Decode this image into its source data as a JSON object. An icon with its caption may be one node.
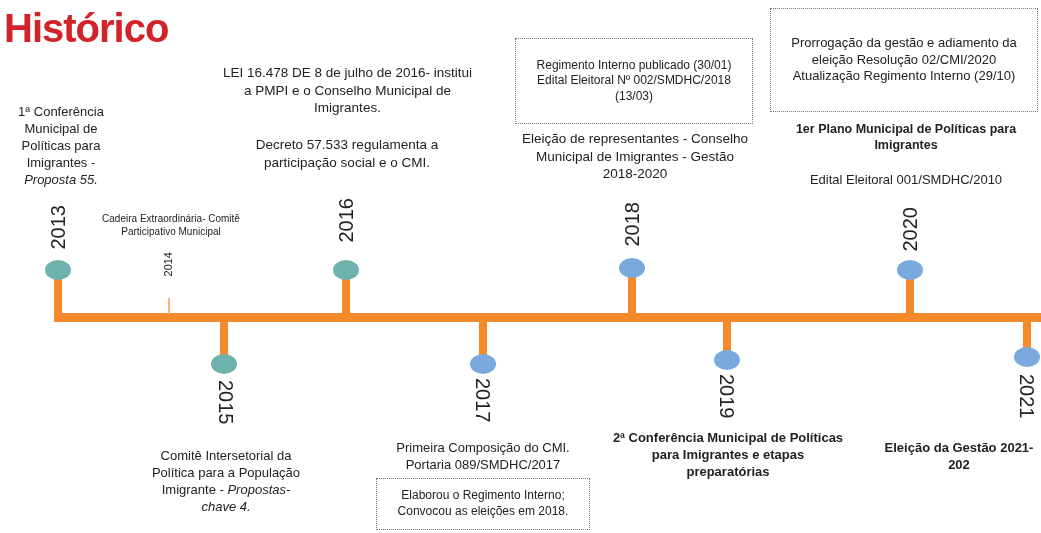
{
  "diagram": {
    "title": "Histórico",
    "nodes": [
      {
        "text": [
          "Regimento Interno publicado (30/01) Edital Eleitoral Nº 002/SMDHC/2018 (13/03)"
        ]
      },
      {
        "text": [
          "Prorrogação da gestão e adiamento da eleição Resolução 02/CMI/2020 Atualização Regimento Interno (29/10)"
        ]
      },
      {
        "text": [
          "Elaborou o Regimento Interno; Convocou as eleições em 2018."
        ]
      }
    ],
    "labels": [
      "1ª Conferência Municipal de Políticas para Imigrantes - *Proposta 55.*",
      "LEI 16.478 DE 8 de julho de 2016- institui a PMPI e o Conselho Municipal de Imigrantes.",
      "Decreto 57.533 regulamenta a participação social e o CMI.",
      "Eleição de representantes - Conselho Municipal de Imigrantes - Gestão 2018-2020",
      "1er Plano Municipal de Políticas para Imigrantes",
      "Edital Eleitoral 001/SMDHC/2010",
      "2013",
      "Cadeira Extraordinária- Comitê Participativo Municipal",
      "2014",
      "2016",
      "2018",
      "2020",
      "2015",
      "Comitê Intersetorial da Política para a População Imigrante - *Propostas-chave 4.*",
      "2017",
      "Primeira Composição do CMI. Portaria 089/SMDHC/2017",
      "2019",
      "2ª Conferência Municipal de Políticas para Imigrantes e etapas preparatórias",
      "2021",
      "Eleição da Gestão 2021-202"
    ]
  }
}
